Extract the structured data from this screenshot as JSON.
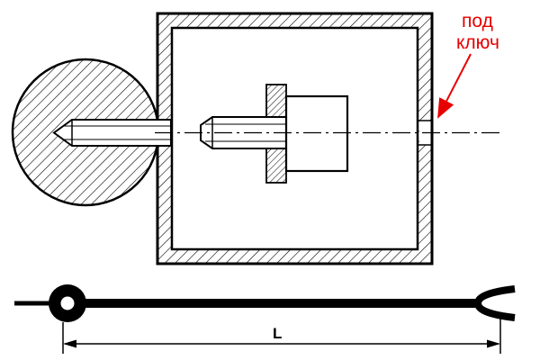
{
  "drawing": {
    "annotation": {
      "line1": "под",
      "line2": "ключ"
    },
    "dimension": {
      "label": "L"
    },
    "colors": {
      "line": "#000000",
      "annotation_red": "#e80000",
      "background": "#ffffff"
    }
  }
}
